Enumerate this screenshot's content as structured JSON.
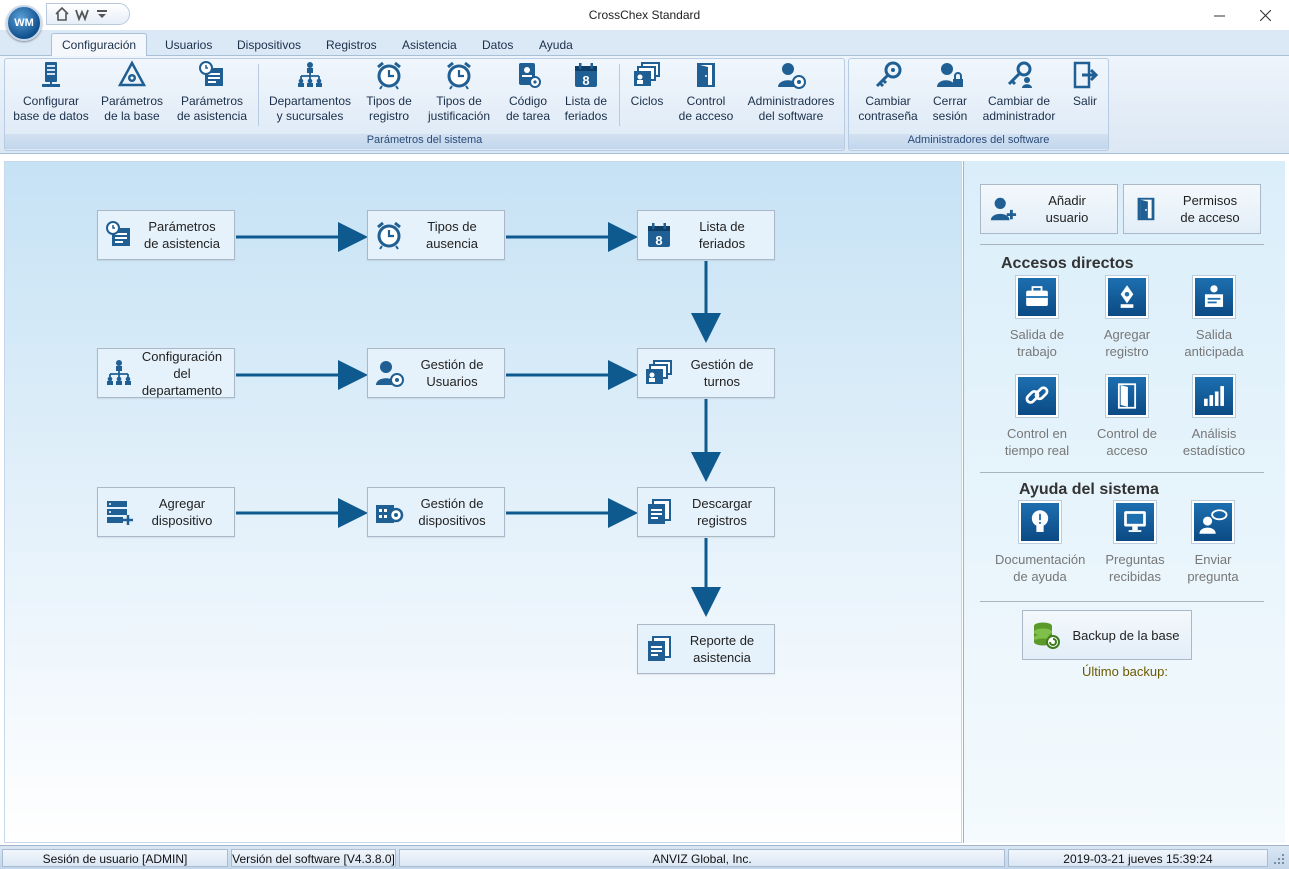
{
  "window": {
    "title": "CrossChex Standard",
    "logo_text": "WM"
  },
  "tabs": [
    "Configuración",
    "Usuarios",
    "Dispositivos",
    "Registros",
    "Asistencia",
    "Datos",
    "Ayuda"
  ],
  "ribbon": {
    "group1_label": "Parámetros del sistema",
    "group2_label": "Administradores del software",
    "buttons": [
      {
        "l1": "Configurar",
        "l2": "base de datos",
        "icon": "server-icon"
      },
      {
        "l1": "Parámetros",
        "l2": "de la base",
        "icon": "gear-triangle-icon"
      },
      {
        "l1": "Parámetros",
        "l2": "de asistencia",
        "icon": "clock-document-icon"
      },
      {
        "l1": "Departamentos",
        "l2": "y sucursales",
        "icon": "org-chart-icon"
      },
      {
        "l1": "Tipos de",
        "l2": "registro",
        "icon": "alarm-clock-icon"
      },
      {
        "l1": "Tipos de",
        "l2": "justificación",
        "icon": "alarm-clock-icon"
      },
      {
        "l1": "Código",
        "l2": "de tarea",
        "icon": "badge-gear-icon"
      },
      {
        "l1": "Lista de",
        "l2": "feriados",
        "icon": "calendar-icon"
      },
      {
        "l1": "Ciclos",
        "l2": "",
        "icon": "shift-cards-icon"
      },
      {
        "l1": "Control",
        "l2": "de acceso",
        "icon": "door-icon"
      },
      {
        "l1": "Administradores",
        "l2": "del software",
        "icon": "user-gear-icon"
      },
      {
        "l1": "Cambiar",
        "l2": "contraseña",
        "icon": "key-icon"
      },
      {
        "l1": "Cerrar",
        "l2": "sesión",
        "icon": "user-lock-icon"
      },
      {
        "l1": "Cambiar de",
        "l2": "administrador",
        "icon": "key-user-icon"
      },
      {
        "l1": "Salir",
        "l2": "",
        "icon": "exit-icon"
      }
    ]
  },
  "flow": {
    "nodes": [
      {
        "l1": "Parámetros",
        "l2": "de asistencia",
        "icon": "clock-document-icon"
      },
      {
        "l1": "Tipos de",
        "l2": "ausencia",
        "icon": "alarm-clock-icon"
      },
      {
        "l1": "Lista de",
        "l2": "feriados",
        "icon": "calendar-icon"
      },
      {
        "l1": "Configuración del",
        "l2": "departamento",
        "icon": "org-chart-icon"
      },
      {
        "l1": "Gestión de",
        "l2": "Usuarios",
        "icon": "user-gear-icon"
      },
      {
        "l1": "Gestión de",
        "l2": "turnos",
        "icon": "shift-cards-icon"
      },
      {
        "l1": "Agregar",
        "l2": "dispositivo",
        "icon": "device-add-icon"
      },
      {
        "l1": "Gestión de",
        "l2": "dispositivos",
        "icon": "device-gear-icon"
      },
      {
        "l1": "Descargar",
        "l2": "registros",
        "icon": "documents-icon"
      },
      {
        "l1": "Reporte de",
        "l2": "asistencia",
        "icon": "documents-icon"
      }
    ]
  },
  "panel": {
    "add_user": {
      "l1": "Añadir",
      "l2": "usuario"
    },
    "access_perm": {
      "l1": "Permisos",
      "l2": "de acceso"
    },
    "shortcuts_title": "Accesos directos",
    "shortcuts": [
      {
        "l1": "Salida de",
        "l2": "trabajo",
        "icon": "briefcase-icon"
      },
      {
        "l1": "Agregar",
        "l2": "registro",
        "icon": "pen-tool-icon"
      },
      {
        "l1": "Salida",
        "l2": "anticipada",
        "icon": "early-leave-icon"
      },
      {
        "l1": "Control en",
        "l2": "tiempo real",
        "icon": "link-icon"
      },
      {
        "l1": "Control de",
        "l2": "acceso",
        "icon": "door-icon"
      },
      {
        "l1": "Análisis",
        "l2": "estadístico",
        "icon": "bar-chart-icon"
      }
    ],
    "help_title": "Ayuda del sistema",
    "help": [
      {
        "l1": "Documentación",
        "l2": "de ayuda",
        "icon": "lightbulb-icon"
      },
      {
        "l1": "Preguntas",
        "l2": "recibidas",
        "icon": "monitor-icon"
      },
      {
        "l1": "Enviar",
        "l2": "pregunta",
        "icon": "user-chat-icon"
      }
    ],
    "backup_label": "Backup de la base",
    "last_backup": "Último backup:"
  },
  "status": {
    "session": "Sesión de usuario  [ADMIN]",
    "version": "Versión del software  [V4.3.8.0]",
    "company": "ANVIZ Global, Inc.",
    "datetime": "2019-03-21 jueves 15:39:24"
  },
  "colors": {
    "icon_blue": "#1f5f93",
    "arrow": "#0e5a8f",
    "accent_gold": "#6b5a00"
  }
}
